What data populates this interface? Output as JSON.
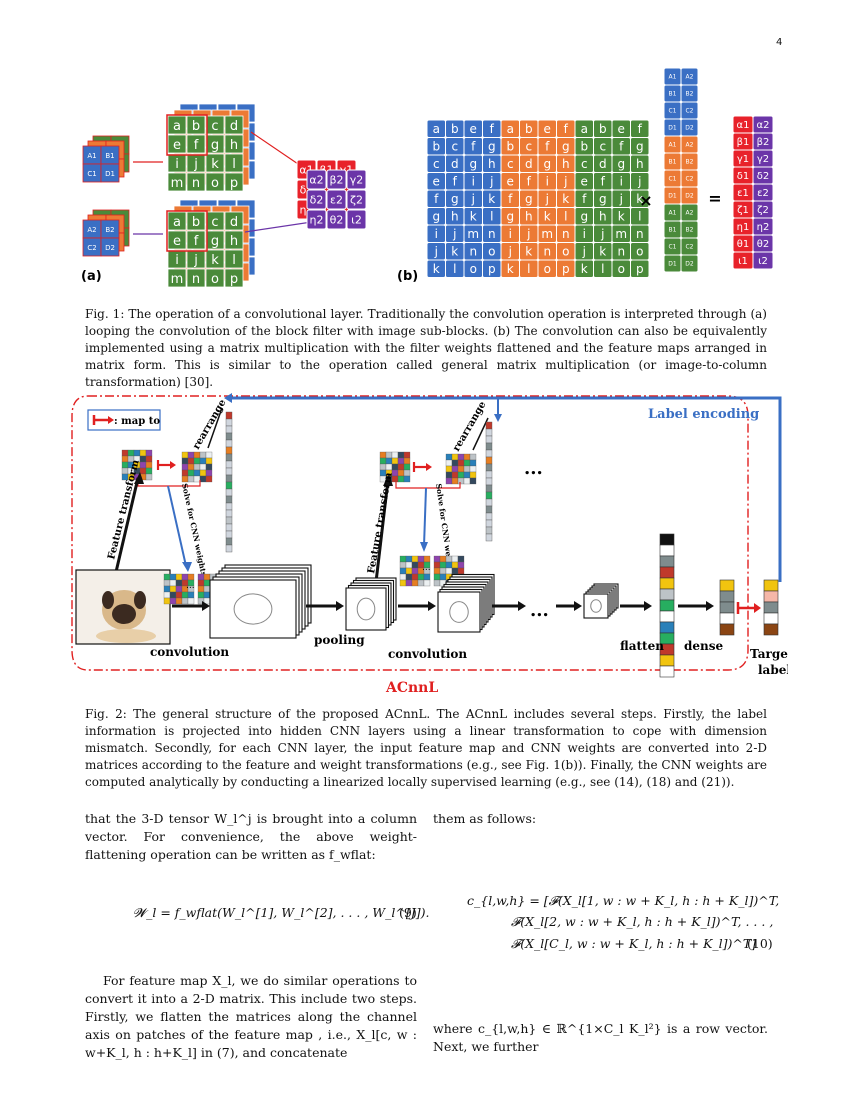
{
  "page_number": "4",
  "fig1": {
    "panel_a_label": "(a)",
    "panel_b_label": "(b)",
    "filter_top": [
      "A1",
      "B1",
      "C1",
      "D1"
    ],
    "filter_bottom": [
      "A2",
      "B2",
      "C2",
      "D2"
    ],
    "patch_letters": [
      [
        "a",
        "b",
        "c",
        "d"
      ],
      [
        "e",
        "f",
        "g",
        "h"
      ],
      [
        "i",
        "j",
        "k",
        "l"
      ],
      [
        "m",
        "n",
        "o",
        "p"
      ]
    ],
    "output_top": [
      "α1",
      "β1",
      "γ1",
      "δ1",
      "ε1",
      "ζ1",
      "η1",
      "θ1",
      "ι1"
    ],
    "output_bottom": [
      "α2",
      "β2",
      "γ2",
      "δ2",
      "ε2",
      "ζ2",
      "η2",
      "θ2",
      "ι2"
    ],
    "matrix_rows": [
      [
        "a",
        "b",
        "e",
        "f"
      ],
      [
        "b",
        "c",
        "f",
        "g"
      ],
      [
        "c",
        "d",
        "g",
        "h"
      ],
      [
        "e",
        "f",
        "i",
        "j"
      ],
      [
        "f",
        "g",
        "j",
        "k"
      ],
      [
        "g",
        "h",
        "k",
        "l"
      ],
      [
        "i",
        "j",
        "m",
        "n"
      ],
      [
        "j",
        "k",
        "n",
        "o"
      ],
      [
        "k",
        "l",
        "o",
        "p"
      ]
    ],
    "weight_col1": [
      "A1",
      "B1",
      "C1",
      "D1",
      "A1",
      "B1",
      "C1",
      "D1",
      "A1",
      "B1",
      "C1",
      "D1"
    ],
    "weight_col2": [
      "A2",
      "B2",
      "C2",
      "D2",
      "A2",
      "B2",
      "C2",
      "D2",
      "A2",
      "B2",
      "C2",
      "D2"
    ],
    "result_col1": [
      "α1",
      "β1",
      "γ1",
      "δ1",
      "ε1",
      "ζ1",
      "η1",
      "θ1",
      "ι1"
    ],
    "result_col2": [
      "α2",
      "β2",
      "γ2",
      "δ2",
      "ε2",
      "ζ2",
      "η2",
      "θ2",
      "ι2"
    ],
    "times": "×",
    "equals": "=",
    "colors": {
      "blue": "#3a6fc4",
      "orange": "#ec7a35",
      "green": "#4a8a3a",
      "red": "#e8222a",
      "purple": "#6b35a8"
    }
  },
  "fig1_caption": "Fig. 1: The operation of a convolutional layer. Traditionally the convolution operation is interpreted through (a) looping the convolution of the block filter with image sub-blocks. (b) The convolution can also be equivalently implemented using a matrix multiplication with the filter weights flattened and the feature maps arranged in matrix form. This is similar to the operation called general matrix multiplication (or image-to-column transformation) [30].",
  "fig2": {
    "legend": ": map to",
    "label_encoding": "Label encoding",
    "rearrange": "rearrange",
    "feature_transform": "Feature transform",
    "solve": "Solve for CNN weights",
    "convolution": "convolution",
    "pooling": "pooling",
    "convolution2": "convolution",
    "dots": "...",
    "flatten": "flatten",
    "dense": "dense",
    "target_label_1": "Target",
    "target_label_2": "label",
    "acnnl": "ACnnL",
    "colors": {
      "red": "#e02020",
      "blue": "#3a6fc4"
    }
  },
  "fig2_caption": "Fig. 2: The general structure of the proposed ACnnL. The ACnnL includes several steps. Firstly, the label information is projected into hidden CNN layers using a linear transformation to cope with dimension mismatch. Secondly, for each CNN layer, the input feature map and CNN weights are converted into 2-D matrices according to the feature and weight transformations (e.g., see Fig. 1(b)). Finally, the CNN weights are computed analytically by conducting a linearized locally supervised learning (e.g., see (14), (18) and (21)).",
  "left_col": {
    "p1": "that the 3-D tensor W_l^j is brought into a column vector. For convenience, the above weight-flattening operation can be written as f_wflat:",
    "eq9": "𝓦_l = f_wflat(W_l^[1], W_l^[2], . . . , W_l^[J]).",
    "eq9_num": "(9)",
    "p2": "For feature map X_l, we do similar operations to convert it into a 2-D matrix. This include two steps. Firstly, we flatten the matrices along the channel axis on patches of the feature map , i.e., X_l[c, w : w+K_l, h : h+K_l] in (7), and concatenate"
  },
  "right_col": {
    "p1": "them as follows:",
    "eq10_l1": "c_{l,w,h} = [𝓕(X_l[1, w : w + K_l, h : h + K_l])^T,",
    "eq10_l2": "𝓕(X_l[2, w : w + K_l, h : h + K_l])^T, . . . ,",
    "eq10_l3": "𝓕(X_l[C_l, w : w + K_l, h : h + K_l])^T]",
    "eq10_num": "(10)",
    "p2": "where c_{l,w,h} ∈ ℝ^{1×C_l K_l²} is a row vector. Next, we further"
  }
}
